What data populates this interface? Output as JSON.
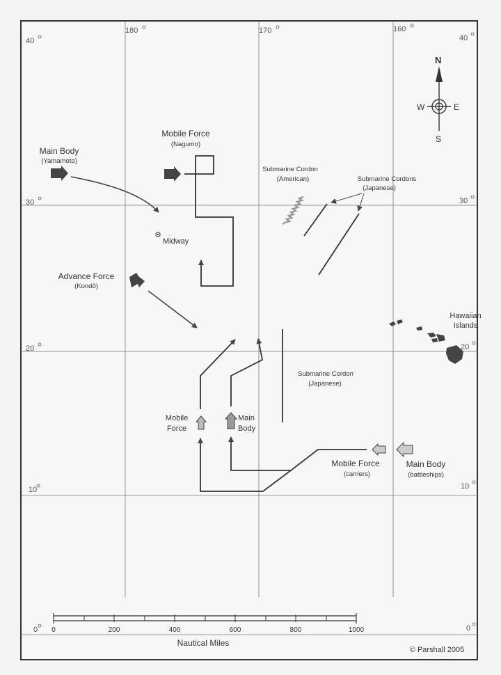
{
  "map": {
    "longitude_labels": [
      "180",
      "170",
      "160"
    ],
    "latitude_labels": [
      "40",
      "30",
      "20",
      "10",
      "0"
    ],
    "compass": {
      "n": "N",
      "s": "S",
      "e": "E",
      "w": "W"
    },
    "places": {
      "midway": "Midway",
      "hawaiian_line1": "Hawaiian",
      "hawaiian_line2": "Islands"
    },
    "forces": {
      "main_body_yamamoto": {
        "title": "Main Body",
        "sub": "(Yamamoto)"
      },
      "mobile_force_nagumo": {
        "title": "Mobile Force",
        "sub": "(Nagumo)"
      },
      "advance_force_kondo": {
        "title": "Advance Force",
        "sub": "(Kondō)"
      },
      "sub_cordon_american": {
        "title": "Submarine Cordon",
        "sub": "(American)"
      },
      "sub_cordons_japanese": {
        "title": "Submarine Cordons",
        "sub": "(Japanese)"
      },
      "sub_cordon_japanese": {
        "title": "Submarine Cordon",
        "sub": "(Japanese)"
      },
      "mobile_force_us_line1": "Mobile",
      "mobile_force_us_line2": "Force",
      "main_body_us_line1": "Main",
      "main_body_us_line2": "Body",
      "mobile_force_carriers": {
        "title": "Mobile Force",
        "sub": "(carriers)"
      },
      "main_body_battleships": {
        "title": "Main Body",
        "sub": "(battleships)"
      }
    },
    "scale": {
      "ticks": [
        "0",
        "200",
        "400",
        "600",
        "800",
        "1000"
      ],
      "label": "Nautical Miles"
    },
    "credit": "© Parshall 2005"
  }
}
